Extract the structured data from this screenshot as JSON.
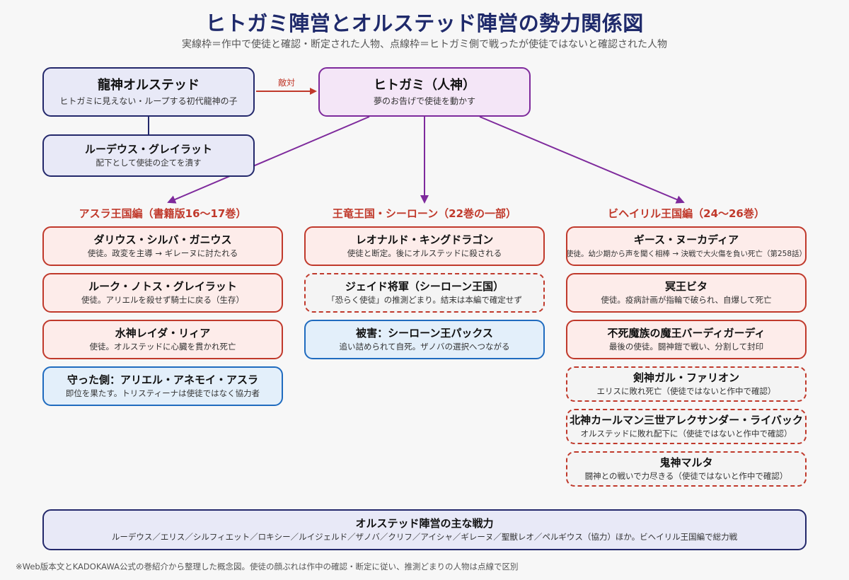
{
  "title": "ヒトガミ陣営とオルステッド陣営の勢力関係図",
  "subtitle": "実線枠＝作中で使徒と確認・断定された人物、点線枠＝ヒトガミ側で戦ったが使徒ではないと確認された人物",
  "nodes": {
    "orsted": {
      "name": "龍神オルステッド",
      "desc": "ヒトガミに見えない・ループする初代龍神の子"
    },
    "hitogami": {
      "name": "ヒトガミ（人神）",
      "desc": "夢のお告げで使徒を動かす"
    },
    "rudeus": {
      "name": "ルーデウス・グレイラット",
      "desc": "配下として使徒の企てを潰す"
    }
  },
  "edge_label": "敵対",
  "sections": {
    "asura": {
      "heading": "アスラ王国編（書籍版16〜17巻）",
      "items": [
        {
          "name": "ダリウス・シルバ・ガニウス",
          "desc": "使徒。政変を主導 → ギレーヌに討たれる"
        },
        {
          "name": "ルーク・ノトス・グレイラット",
          "desc": "使徒。アリエルを殺せず騎士に戻る（生存）"
        },
        {
          "name": "水神レイダ・リィア",
          "desc": "使徒。オルステッドに心臓を貫かれ死亡"
        },
        {
          "name": "守った側：アリエル・アネモイ・アスラ",
          "desc": "即位を果たす。トリスティーナは使徒ではなく協力者"
        }
      ]
    },
    "shirone": {
      "heading": "王竜王国・シーローン（22巻の一部）",
      "items": [
        {
          "name": "レオナルド・キングドラゴン",
          "desc": "使徒と断定。後にオルステッドに殺される"
        },
        {
          "name": "ジェイド将軍（シーローン王国）",
          "desc": "「恐らく使徒」の推測どまり。結末は本編で確定せず"
        },
        {
          "name": "被害：シーローン王パックス",
          "desc": "追い詰められて自死。ザノバの選択へつながる"
        }
      ]
    },
    "biheiril": {
      "heading": "ビヘイリル王国編（24〜26巻）",
      "items": [
        {
          "name": "ギース・ヌーカディア",
          "desc": "使徒。幼少期から声を聞く相棒 → 決戦で大火傷を負い死亡（第258話）"
        },
        {
          "name": "冥王ビタ",
          "desc": "使徒。疫病計画が指輪で破られ、自爆して死亡"
        },
        {
          "name": "不死魔族の魔王バーディガーディ",
          "desc": "最後の使徒。闘神鎧で戦い、分割して封印"
        },
        {
          "name": "剣神ガル・ファリオン",
          "desc": "エリスに敗れ死亡（使徒ではないと作中で確認）"
        },
        {
          "name": "北神カールマン三世アレクサンダー・ライバック",
          "desc": "オルステッドに敗れ配下に（使徒ではないと作中で確認）"
        },
        {
          "name": "鬼神マルタ",
          "desc": "闘神との戦いで力尽きる（使徒ではないと作中で確認）"
        }
      ]
    }
  },
  "bottom": {
    "name": "オルステッド陣営の主な戦力",
    "desc": "ルーデウス／エリス／シルフィエット／ロキシー／ルイジェルド／ザノバ／クリフ／アイシャ／ギレーヌ／聖獣レオ／ペルギウス（協力）ほか。ビヘイリル王国編で総力戦"
  },
  "footnote": "※Web版本文とKADOKAWA公式の巻紹介から整理した概念図。使徒の顔ぶれは作中の確認・断定に従い、推測どまりの人物は点線で区別",
  "colors": {
    "navy": "#23286b",
    "purple": "#7e2a9c",
    "red": "#c0392b",
    "blue": "#1f6bbf"
  }
}
